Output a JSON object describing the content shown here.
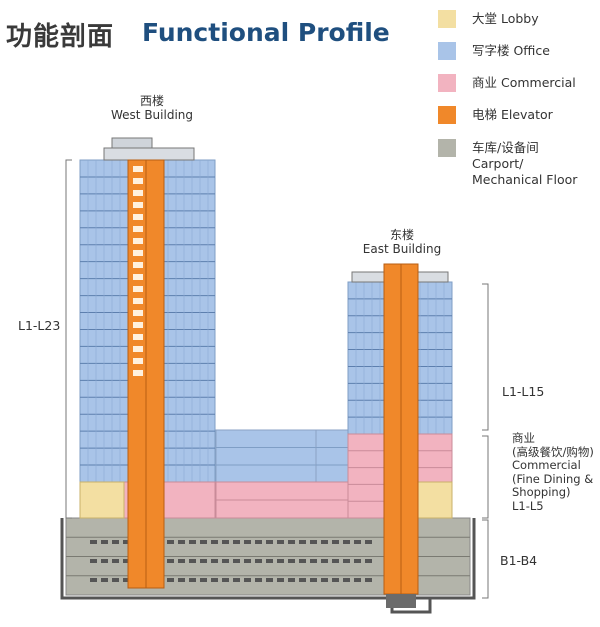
{
  "title": {
    "cn": "功能剖面",
    "en": "Functional Profile"
  },
  "legend": [
    {
      "label": "大堂 Lobby",
      "color": "#f3dfa2",
      "icon": "lobby-swatch"
    },
    {
      "label": "写字楼 Office",
      "color": "#a9c4e8",
      "icon": "office-swatch"
    },
    {
      "label": "商业 Commercial",
      "color": "#f2b3c0",
      "icon": "commercial-swatch"
    },
    {
      "label": "电梯 Elevator",
      "color": "#f0882a",
      "icon": "elevator-swatch"
    },
    {
      "label": "车库/设备间\nCarport/\nMechanical Floor",
      "color": "#b3b4aa",
      "icon": "carport-swatch"
    }
  ],
  "buildings": {
    "west": {
      "cn": "西楼",
      "en": "West Building"
    },
    "east": {
      "cn": "东楼",
      "en": "East Building"
    }
  },
  "levels": {
    "west": "L1-L23",
    "east": "L1-L15",
    "basement": "B1-B4",
    "commercial": "商业\n(高级餐饮/购物)\nCommercial\n(Fine Dining &\nShopping)\nL1-L5"
  }
}
